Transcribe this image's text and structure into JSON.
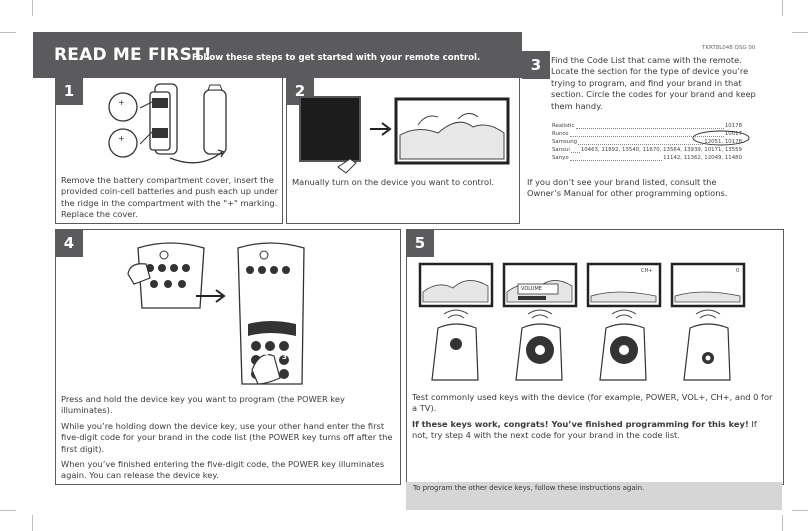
{
  "header": {
    "title": "READ ME FIRST!",
    "subtitle": "Follow these steps to get started with your remote control.",
    "doc_code": "TKRT8L048 QSG 00"
  },
  "steps": [
    {
      "number": "1",
      "text": "Remove the battery compartment cover, insert the provided coin-cell batteries and push each up under the ridge in the compartment with the \"+\" marking. Replace the cover."
    },
    {
      "number": "2",
      "text": "Manually turn on the device you want to control."
    },
    {
      "number": "3",
      "text": "Find the Code List that came with the remote. Locate the section for the type of device you’re trying to program, and find your brand in that section. Circle the codes for your brand and keep them handy.",
      "codes": [
        {
          "brand": "Realistic",
          "codes": "10178"
        },
        {
          "brand": "Runco",
          "codes": "10017"
        },
        {
          "brand": "Samsung",
          "codes": "12051, 10178"
        },
        {
          "brand": "Sansui",
          "codes": "10463, 11892, 13540, 11670, 13564, 13939, 10171, 13559"
        },
        {
          "brand": "Sanyo",
          "codes": "11142, 11362, 12049, 11480"
        }
      ],
      "note": "If you don’t see your brand listed, consult the Owner’s Manual for other programming options."
    },
    {
      "number": "4",
      "p1": "Press and hold the device key you want to program (the POWER key illuminates).",
      "p2": "While you’re holding down the device key, use your other hand enter the first five-digit code for your brand in the code list (the POWER key turns off after the first digit).",
      "p3": "When you’ve finished entering the five-digit code, the POWER key illuminates again. You can release the device key."
    },
    {
      "number": "5",
      "p1": "Test commonly used keys with the device (for example, POWER, VOL+, CH+, and 0 for a TV).",
      "p2_bold": "If these keys work, congrats! You’ve finished programming for this key!",
      "p2_rest": " If not, try step 4 with the next code for your brand in the code list."
    }
  ],
  "illustration_labels": {
    "plus": "+",
    "volume": "VOLUME",
    "ch_plus": "CH+",
    "zero": "0",
    "digit_2": "2",
    "digit_3": "3"
  },
  "footer": "To program the other device keys, follow these instructions again."
}
